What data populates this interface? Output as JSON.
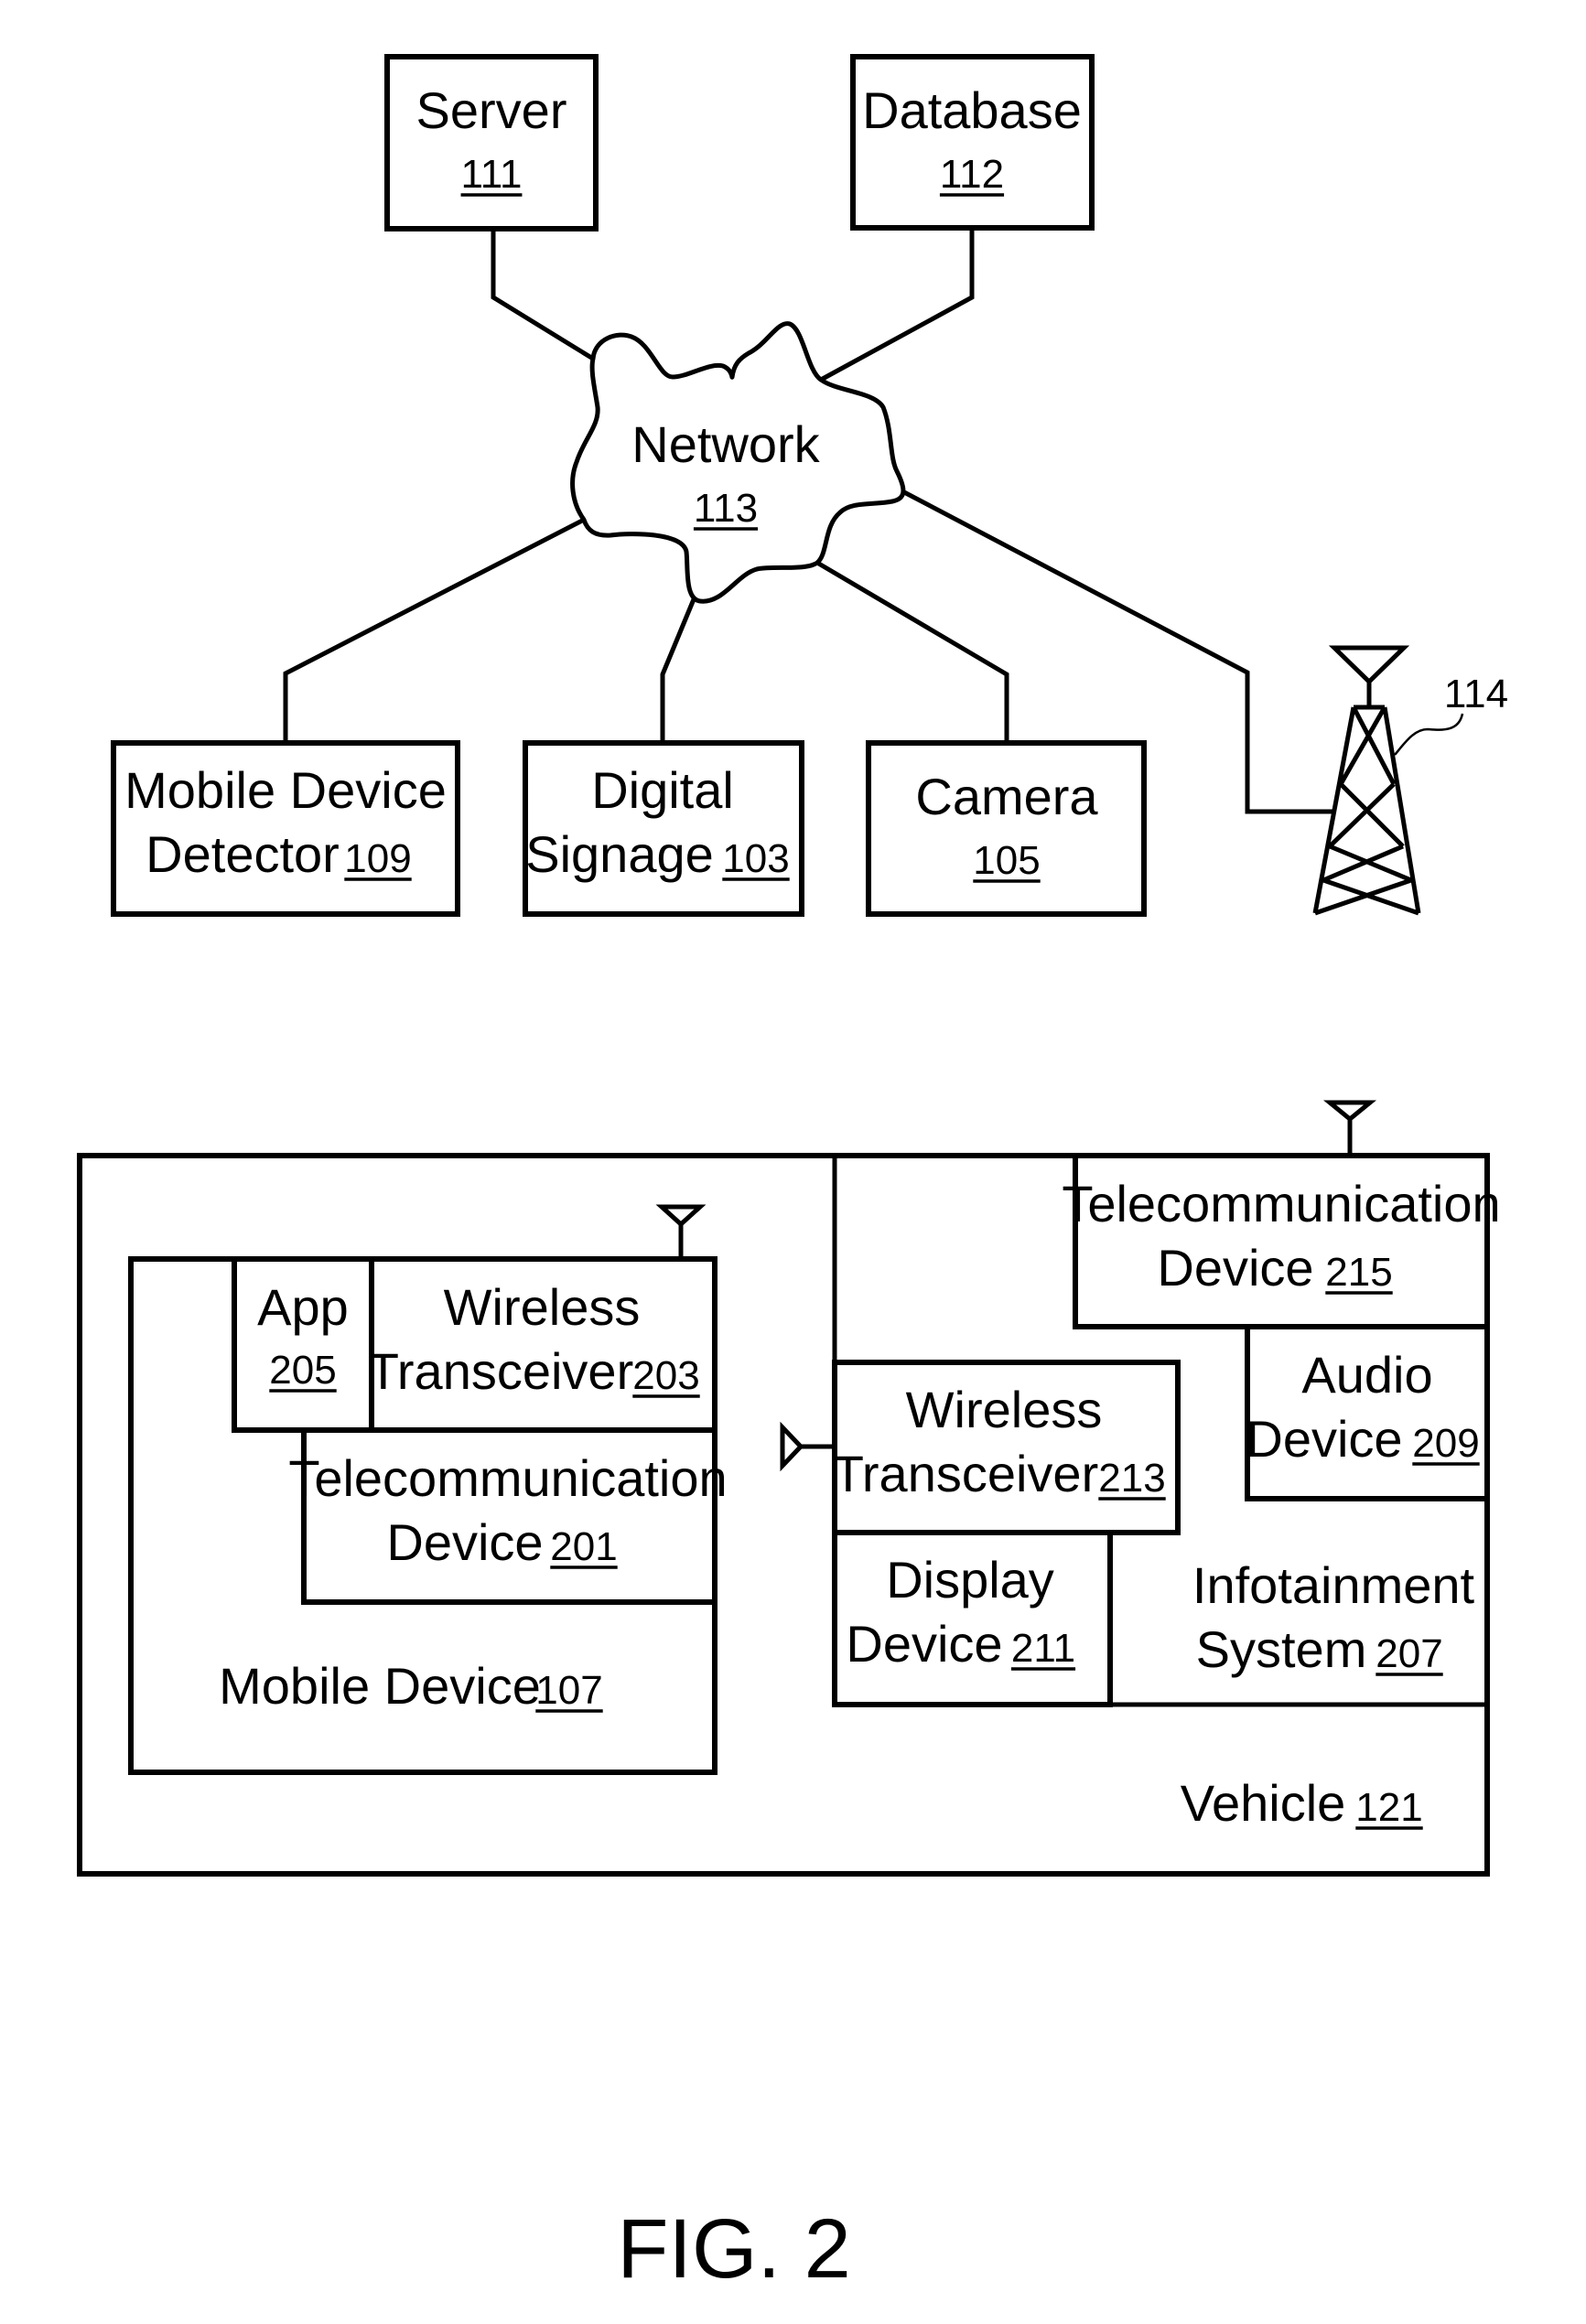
{
  "figure": {
    "caption": "FIG. 2"
  },
  "network": {
    "label": "Network",
    "ref": "113"
  },
  "server": {
    "label": "Server",
    "ref": "111"
  },
  "database": {
    "label": "Database",
    "ref": "112"
  },
  "mobile_device_detector": {
    "line1": "Mobile Device",
    "line2": "Detector",
    "ref": "109"
  },
  "digital_signage": {
    "line1": "Digital",
    "line2": "Signage",
    "ref": "103"
  },
  "camera": {
    "label": "Camera",
    "ref": "105"
  },
  "tower": {
    "ref": "114"
  },
  "vehicle": {
    "label": "Vehicle",
    "ref": "121",
    "telecom_device": {
      "line1": "Telecommunication",
      "line2": "Device",
      "ref": "215"
    },
    "audio_device": {
      "line1": "Audio",
      "line2": "Device",
      "ref": "209"
    },
    "wireless_transceiver": {
      "line1": "Wireless",
      "line2": "Transceiver",
      "ref": "213"
    },
    "display_device": {
      "line1": "Display",
      "line2": "Device",
      "ref": "211"
    },
    "infotainment_system": {
      "line1": "Infotainment",
      "line2": "System",
      "ref": "207"
    }
  },
  "mobile_device": {
    "label": "Mobile Device",
    "ref": "107",
    "app": {
      "label": "App",
      "ref": "205"
    },
    "wireless_transceiver": {
      "line1": "Wireless",
      "line2": "Transceiver",
      "ref": "203"
    },
    "telecom_device": {
      "line1": "Telecommunication",
      "line2": "Device",
      "ref": "201"
    }
  }
}
